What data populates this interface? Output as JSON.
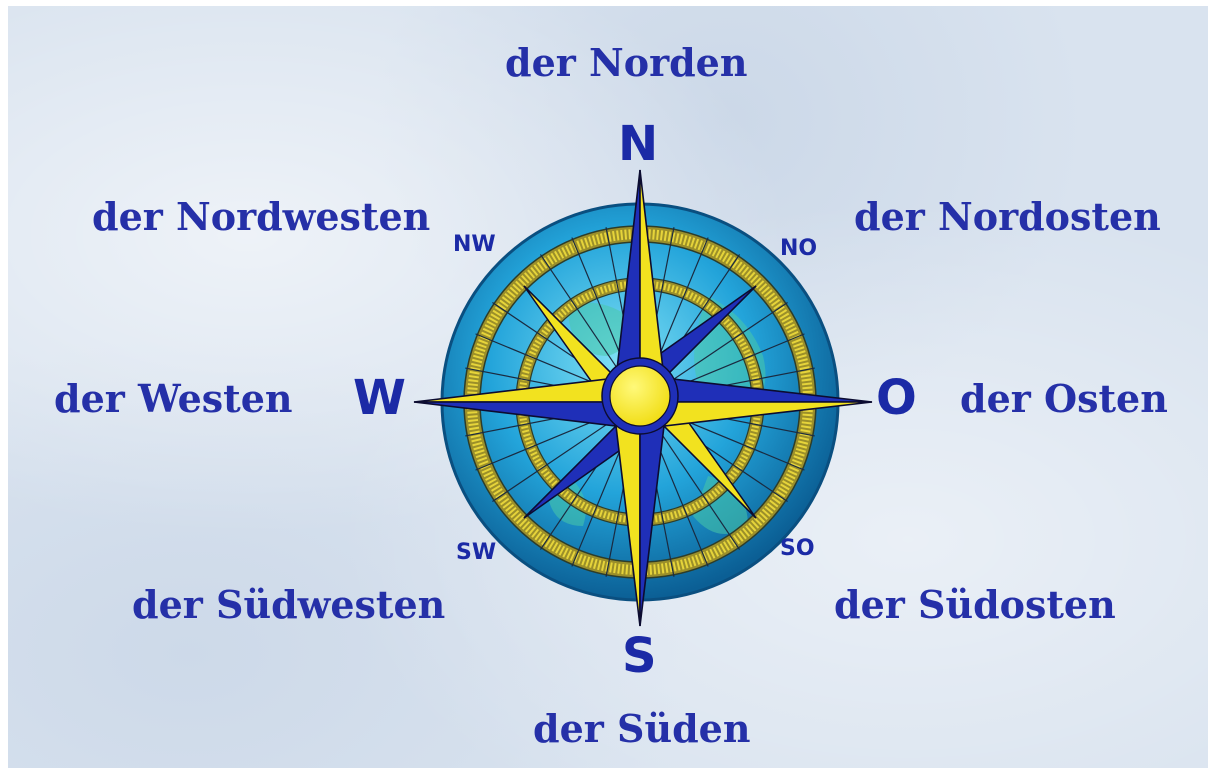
{
  "directions": {
    "north": "der Norden",
    "south": "der Süden",
    "west": "der Westen",
    "east": "der Osten",
    "northwest": "der Nordwesten",
    "northeast": "der Nordosten",
    "southwest": "der Südwesten",
    "southeast": "der Südosten"
  },
  "compass": {
    "N": "N",
    "S": "S",
    "W": "W",
    "O": "O",
    "NW": "NW",
    "NO": "NO",
    "SW": "SW",
    "SO": "SO"
  },
  "colors": {
    "text": "#2530a8",
    "star_blue": "#1f2fb8",
    "star_yellow": "#f2e21f",
    "globe": "#1d9ad6",
    "background": "#d9e3ef"
  }
}
